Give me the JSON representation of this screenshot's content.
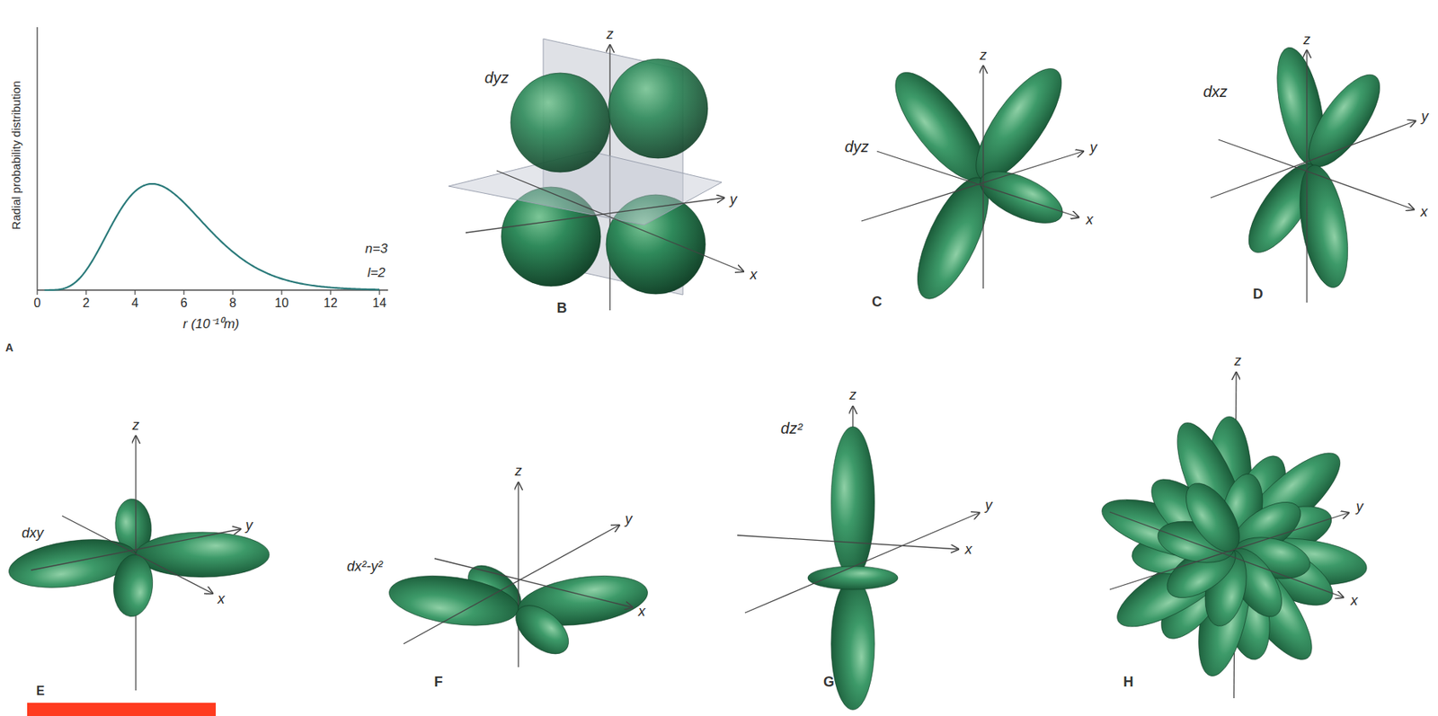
{
  "diagram": {
    "labels": [
      "Radial probability distribution",
      "0",
      "2",
      "4",
      "6",
      "8",
      "10",
      "12",
      "14",
      "r (10⁻¹⁰m)",
      "n=3",
      "l=2",
      "A",
      "z",
      "dyz",
      "y",
      "x",
      "B",
      "dyz",
      "z",
      "y",
      "x",
      "C",
      "dxz",
      "z",
      "y",
      "x",
      "D",
      "z",
      "dxy",
      "y",
      "x",
      "E",
      "z",
      "dx²-y²",
      "y",
      "x",
      "F",
      "z",
      "dz²",
      "y",
      "x",
      "G",
      "z",
      "y",
      "x",
      "H"
    ]
  }
}
